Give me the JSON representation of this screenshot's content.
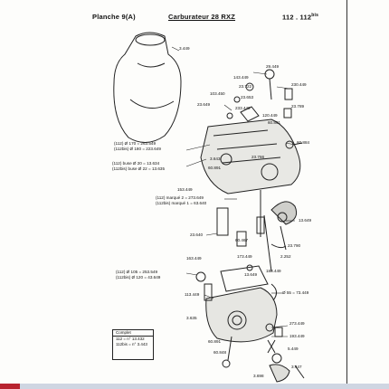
{
  "header": {
    "left": "Planche 9(A)",
    "center": "Carburateur 28 RXZ",
    "right": "112 . 112",
    "right_sup": "bis"
  },
  "labels": [
    {
      "id": "l3449",
      "text": "3.449"
    },
    {
      "id": "l29449",
      "text": "29.449"
    },
    {
      "id": "l143449",
      "text": "143.449"
    },
    {
      "id": "l23722",
      "text": "23.722"
    },
    {
      "id": "l230449",
      "text": "230.449"
    },
    {
      "id": "l103450",
      "text": "103.450"
    },
    {
      "id": "l23653",
      "text": "23.653"
    },
    {
      "id": "l233449",
      "text": "233.449"
    },
    {
      "id": "l23789",
      "text": "23.789"
    },
    {
      "id": "l23649",
      "text": "23.649"
    },
    {
      "id": "l120449",
      "text": "120.449"
    },
    {
      "id": "l60891",
      "text": "60.891"
    },
    {
      "id": "l60884",
      "text": "60.884"
    },
    {
      "id": "l23766",
      "text": "23.766"
    },
    {
      "id": "l3643",
      "text": "3.643"
    },
    {
      "id": "l60891b",
      "text": "60.891"
    },
    {
      "id": "l153449",
      "text": "153.449"
    },
    {
      "id": "l13649",
      "text": "13.649"
    },
    {
      "id": "l23640",
      "text": "23.640"
    },
    {
      "id": "l60467",
      "text": "60.467"
    },
    {
      "id": "l23790",
      "text": "23.790"
    },
    {
      "id": "l173449",
      "text": "173.449"
    },
    {
      "id": "l2252",
      "text": "2.252"
    },
    {
      "id": "l163449",
      "text": "163.449"
    },
    {
      "id": "l183449",
      "text": "183.449"
    },
    {
      "id": "l13649b",
      "text": "13.649"
    },
    {
      "id": "l55",
      "text": "Ø 55 = 73.449"
    },
    {
      "id": "l113449",
      "text": "113.449"
    },
    {
      "id": "l3635",
      "text": "3.635"
    },
    {
      "id": "l273449",
      "text": "273.449"
    },
    {
      "id": "l193449",
      "text": "193.449"
    },
    {
      "id": "l60891c",
      "text": "60.891"
    },
    {
      "id": "l60848",
      "text": "60.848"
    },
    {
      "id": "l5449",
      "text": "5.449"
    },
    {
      "id": "l3698",
      "text": "3.698"
    },
    {
      "id": "l3447",
      "text": "3.447"
    }
  ],
  "annotations": {
    "a1": [
      "(112) Ø 170 = 263.549",
      "(112bis) Ø 180 = 223.649"
    ],
    "a2": [
      "(112) buse Ø 20 = 13.634",
      "(112bis) buse Ø 22 = 13.635"
    ],
    "a3": [
      "(112) marqué 2 = 273.649",
      "(112bis) marqué 1 = 63.640"
    ],
    "a4": [
      "(112) Ø 105 = 253.549",
      "(112bis) Ø 120 = 43.649"
    ]
  },
  "table": {
    "title": "Complet",
    "row1": "112 = n° 13.432",
    "row2": "112bis = n° 3.443"
  }
}
